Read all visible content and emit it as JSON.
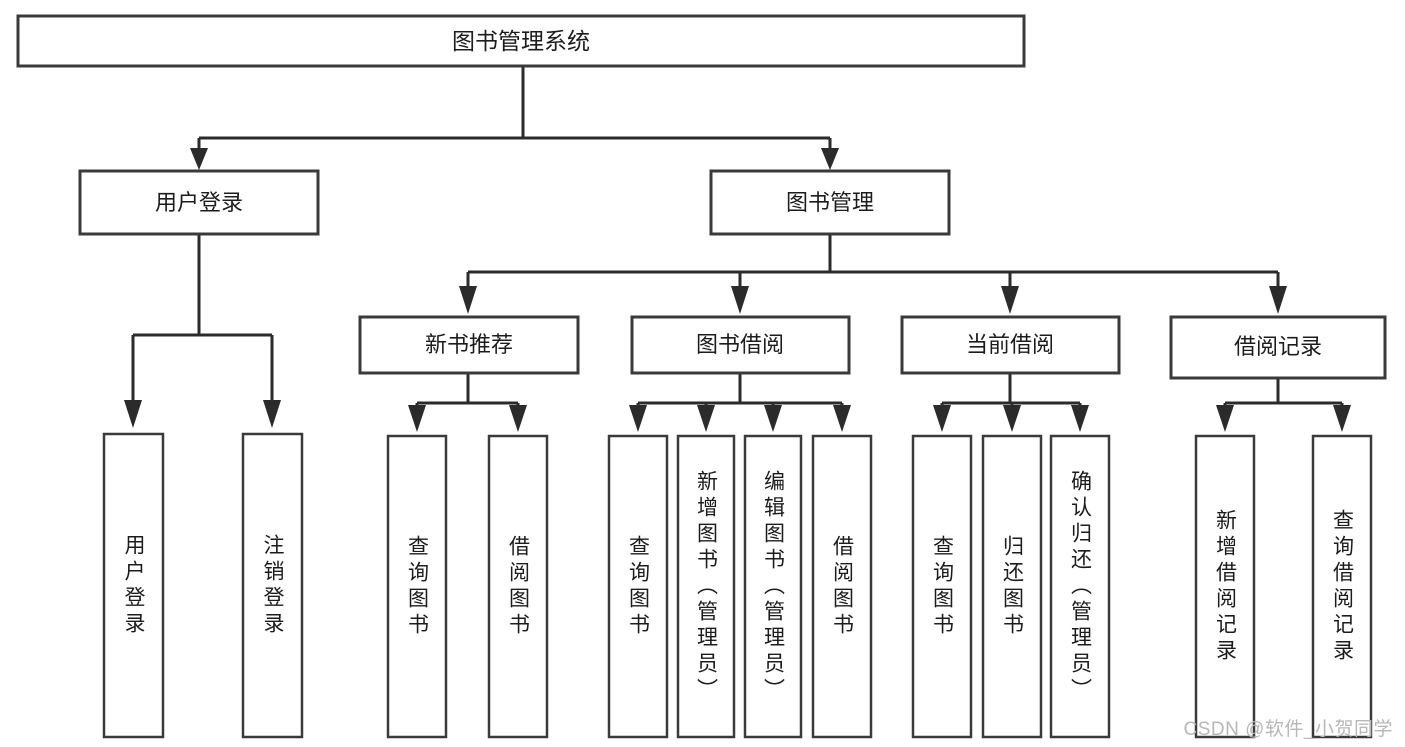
{
  "diagram": {
    "type": "tree",
    "title": "图书管理系统",
    "orientation": "top-down",
    "colors": {
      "box_stroke": "#3a3a3a",
      "box_fill": "#ffffff",
      "connector": "#2b2b2b",
      "text": "#1c1c1c",
      "watermark": "#b7b7b7",
      "background": "#ffffff"
    },
    "root": {
      "label": "图书管理系统"
    },
    "level2": [
      {
        "label": "用户登录"
      },
      {
        "label": "图书管理"
      }
    ],
    "level3": [
      {
        "label": "新书推荐"
      },
      {
        "label": "图书借阅"
      },
      {
        "label": "当前借阅"
      },
      {
        "label": "借阅记录"
      }
    ],
    "leaves": {
      "user_login": [
        {
          "label": "用户登录"
        },
        {
          "label": "注销登录"
        }
      ],
      "new_book_recommend": [
        {
          "label": "查询图书"
        },
        {
          "label": "借阅图书"
        }
      ],
      "book_borrow": [
        {
          "label": "查询图书"
        },
        {
          "label": "新增图书（管理员）"
        },
        {
          "label": "编辑图书（管理员）"
        },
        {
          "label": "借阅图书"
        }
      ],
      "current_borrow": [
        {
          "label": "查询图书"
        },
        {
          "label": "归还图书"
        },
        {
          "label": "确认归还（管理员）"
        }
      ],
      "borrow_record": [
        {
          "label": "新增借阅记录"
        },
        {
          "label": "查询借阅记录"
        }
      ]
    }
  },
  "watermark": {
    "text": "CSDN @软件_小贺同学"
  }
}
